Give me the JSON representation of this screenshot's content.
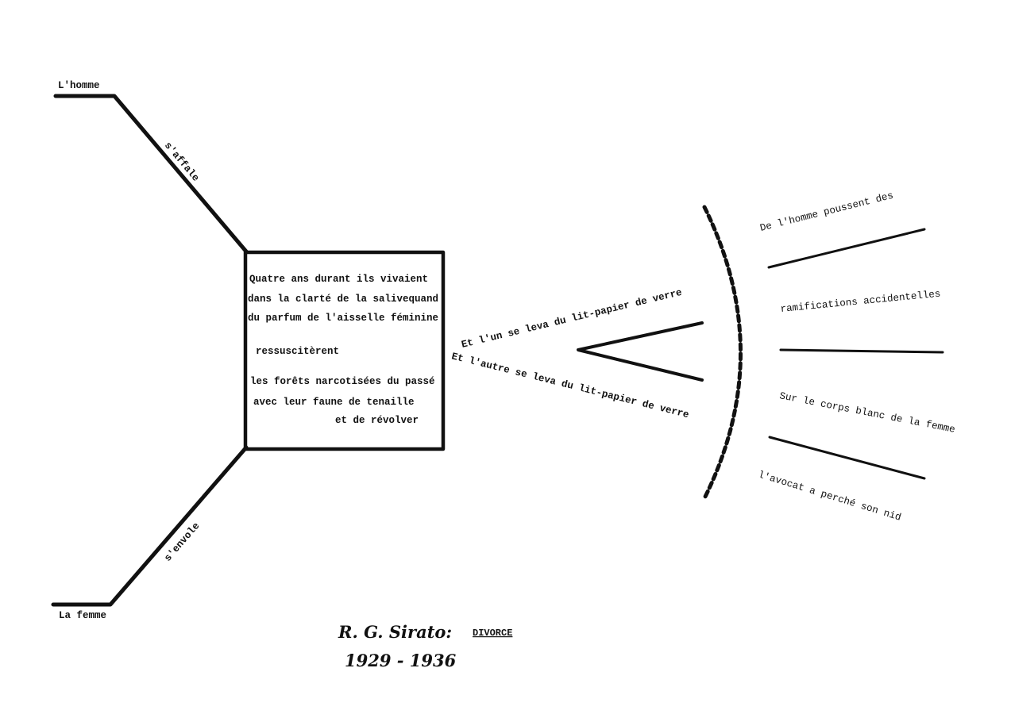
{
  "labels": {
    "man": "L'homme",
    "man_verb": "s'affale",
    "woman": "La femme",
    "woman_verb": "s'envole"
  },
  "box": {
    "lines": [
      "Quatre ans durant ils vivaient",
      "dans la clarté de la salivequand",
      "du parfum de l'aisselle féminine",
      "ressuscitèrent",
      "les forêts narcotisées du passé",
      "avec leur faune de  tenaille",
      "et de révolver"
    ]
  },
  "fork": {
    "upper": "Et l'un se leva du lit-papier de verre",
    "lower": "Et l'autre se leva du lit-papier de verre"
  },
  "rays": {
    "lines": [
      "De l'homme poussent  des",
      "ramifications accidentelles",
      "Sur le corps blanc de la femme",
      "l'avocat a perché son nid"
    ]
  },
  "signature": {
    "author": "R. G. Sirato:",
    "title": "DIVORCE",
    "dates": "1929 - 1936"
  },
  "colors": {
    "ink": "#111111",
    "paper": "#ffffff"
  }
}
